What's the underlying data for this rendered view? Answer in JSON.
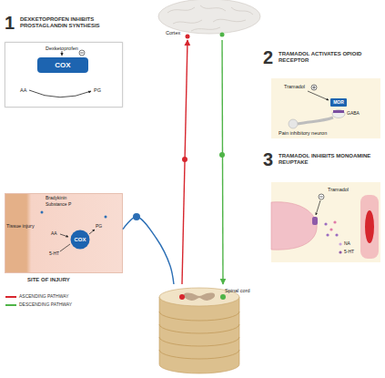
{
  "diagram": {
    "nodes": [
      {
        "text": [
          "Cortex"
        ]
      },
      {
        "text": [
          "DEXKETOPROFEN INHIBITS PROSTAGLANDIN SYNTHESIS"
        ]
      },
      {
        "text": [
          "COX"
        ],
        "in": 1
      },
      {
        "text": [
          "TRAMADOL ACTIVATES OPIOID RECEPTOR"
        ]
      },
      {
        "text": [
          "MOR"
        ],
        "in": 3
      },
      {
        "text": [
          "TRAMADOL INHIBITS MONOAMINE REUPTAKE"
        ]
      },
      {
        "text": [
          "SITE OF INJURY"
        ]
      },
      {
        "text": [
          "COX"
        ],
        "in": 6
      },
      {
        "text": [
          "Spinal cord"
        ]
      }
    ],
    "edges": [
      {
        "from": 8,
        "to": 0,
        "arrow": "to"
      },
      {
        "from": 0,
        "to": 8,
        "arrow": "to"
      },
      {
        "from": 6,
        "to": 8,
        "arrow": "none"
      }
    ],
    "labels": [
      "1",
      "Dexketoprofen",
      "AA",
      "PG",
      "2",
      "Tramadol",
      "GABA",
      "Pain inhibitory neuron",
      "3",
      "Tramadol",
      "NA",
      "5-HT",
      "Bradykinin",
      "Substance P",
      "Tissue injury",
      "AA",
      "5-HT",
      "PG"
    ],
    "legend": [
      {
        "text": "ASCENDING PATHWAY",
        "color": "#d7262e"
      },
      {
        "text": "DESCENDING PATHWAY",
        "color": "#4fb448"
      }
    ]
  }
}
